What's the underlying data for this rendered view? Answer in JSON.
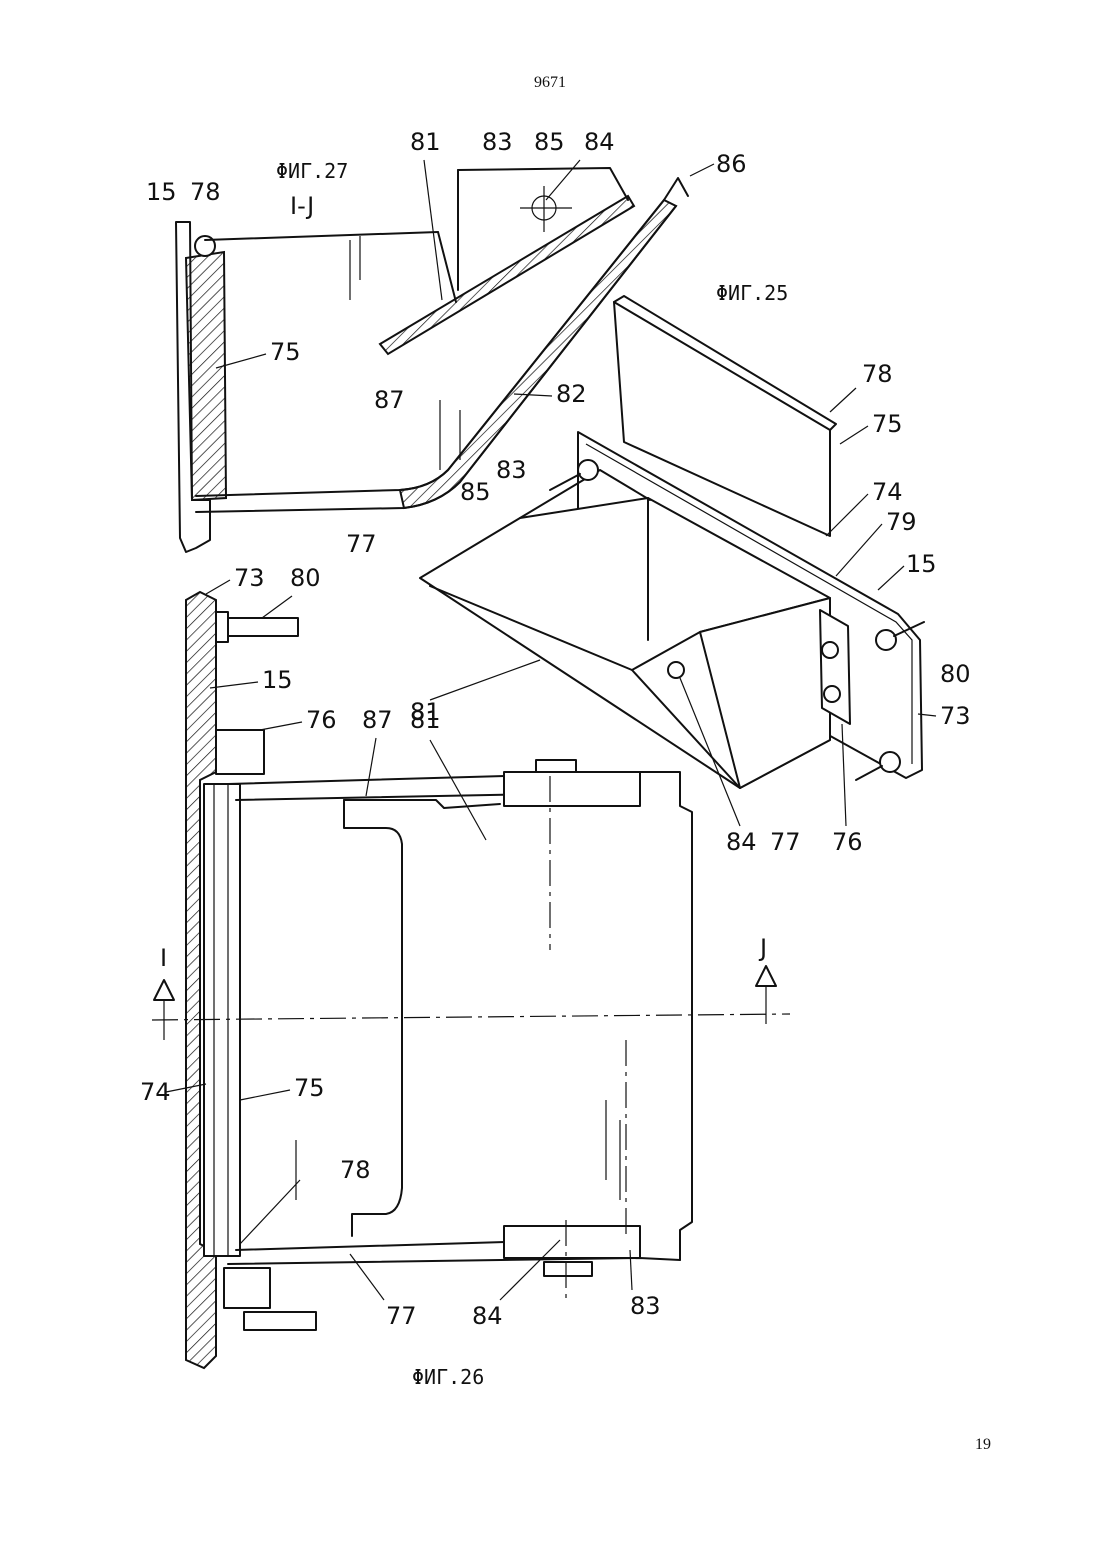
{
  "page": {
    "number_top": "9671",
    "number_bottom": "19"
  },
  "figures": {
    "fig27": {
      "title": "ΦИГ.27",
      "section": "I-J"
    },
    "fig25": {
      "title": "ΦИГ.25"
    },
    "fig26": {
      "title": "ΦИГ.26",
      "marker_left": "I",
      "marker_right": "J"
    }
  },
  "labels": {
    "fig27": [
      "81",
      "83",
      "85",
      "84",
      "86",
      "15",
      "78",
      "75",
      "87",
      "82",
      "77"
    ],
    "fig25": [
      "78",
      "75",
      "74",
      "83",
      "85",
      "79",
      "15",
      "80",
      "73",
      "81",
      "84",
      "77",
      "76"
    ],
    "fig26": [
      "73",
      "80",
      "15",
      "76",
      "87",
      "81",
      "74",
      "75",
      "78",
      "77",
      "84",
      "83"
    ]
  }
}
